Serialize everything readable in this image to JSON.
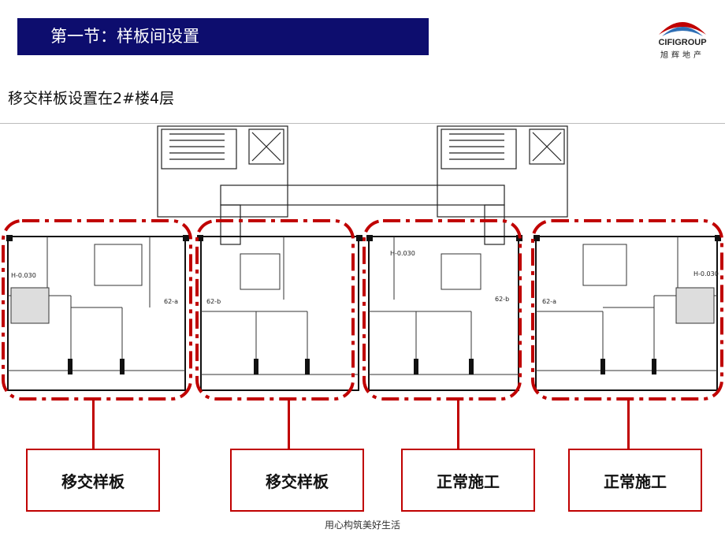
{
  "header": {
    "title": "第一节：样板间设置",
    "logo_en": "CIFIGROUP",
    "logo_cn": "旭辉地产"
  },
  "subtitle": "移交样板设置在2#楼4层",
  "plan": {
    "unit_labels": [
      "62-a",
      "62-b",
      "62-b",
      "62-a"
    ],
    "elevation_labels": [
      "H-0.030",
      "H-0.030",
      "H-0.030"
    ],
    "colors": {
      "highlight": "#c00000",
      "title_bar": "#0d0d6e"
    }
  },
  "labels": [
    "移交样板",
    "移交样板",
    "正常施工",
    "正常施工"
  ],
  "footer": "用心构筑美好生活"
}
